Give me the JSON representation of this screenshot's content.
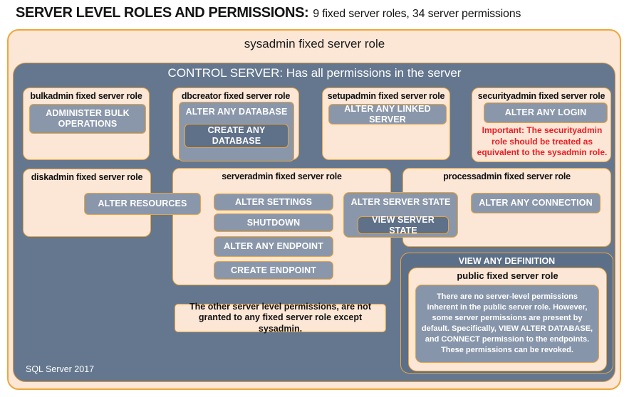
{
  "header": {
    "title_bold": "SERVER LEVEL ROLES AND PERMISSIONS:",
    "title_rest": "9 fixed server roles, 34 server permissions"
  },
  "sysadmin_label": "sysadmin fixed server role",
  "control_server_heading": "CONTROL SERVER: Has all permissions in the server",
  "footer_label": "SQL Server 2017",
  "roles": {
    "bulkadmin": {
      "title": "bulkadmin fixed server role",
      "perm": "ADMINISTER BULK OPERATIONS"
    },
    "dbcreator": {
      "title": "dbcreator fixed server role",
      "outer_perm": "ALTER ANY DATABASE",
      "inner_perm": "CREATE ANY DATABASE"
    },
    "setupadmin": {
      "title": "setupadmin fixed server role",
      "perm": "ALTER ANY LINKED SERVER"
    },
    "securityadmin": {
      "title": "securityadmin fixed server role",
      "perm": "ALTER ANY LOGIN",
      "note": "Important: The securityadmin role should be treated as equivalent to the sysadmin role."
    },
    "diskadmin": {
      "title": "diskadmin fixed server role",
      "perm": "ALTER RESOURCES"
    },
    "serveradmin": {
      "title": "serveradmin fixed server role",
      "perms": [
        "ALTER SETTINGS",
        "SHUTDOWN",
        "ALTER ANY ENDPOINT",
        "CREATE ENDPOINT"
      ]
    },
    "processadmin": {
      "title": "processadmin fixed server role",
      "perm": "ALTER ANY CONNECTION"
    },
    "server_state": {
      "outer_perm": "ALTER SERVER STATE",
      "inner_perm": "VIEW SERVER STATE"
    },
    "public": {
      "container_perm": "VIEW ANY DEFINITION",
      "title": "public fixed server role",
      "note": "There are no server-level permissions inherent in the public server role. However, some server permissions are present by default. Specifically, VIEW ALTER DATABASE, and CONNECT permission to the endpoints. These permissions can be revoked."
    }
  },
  "note_box": "The other server level permissions, are not granted to any fixed server role except sysadmin.",
  "colors": {
    "peach": "#fce6d6",
    "orange_border": "#e9a43c",
    "slate_background": "#64778f",
    "light_chip": "#8a97ab",
    "dark_chip": "#5f7089",
    "definition_fill": "#5c6f88",
    "warning_red": "#ec1c24"
  }
}
